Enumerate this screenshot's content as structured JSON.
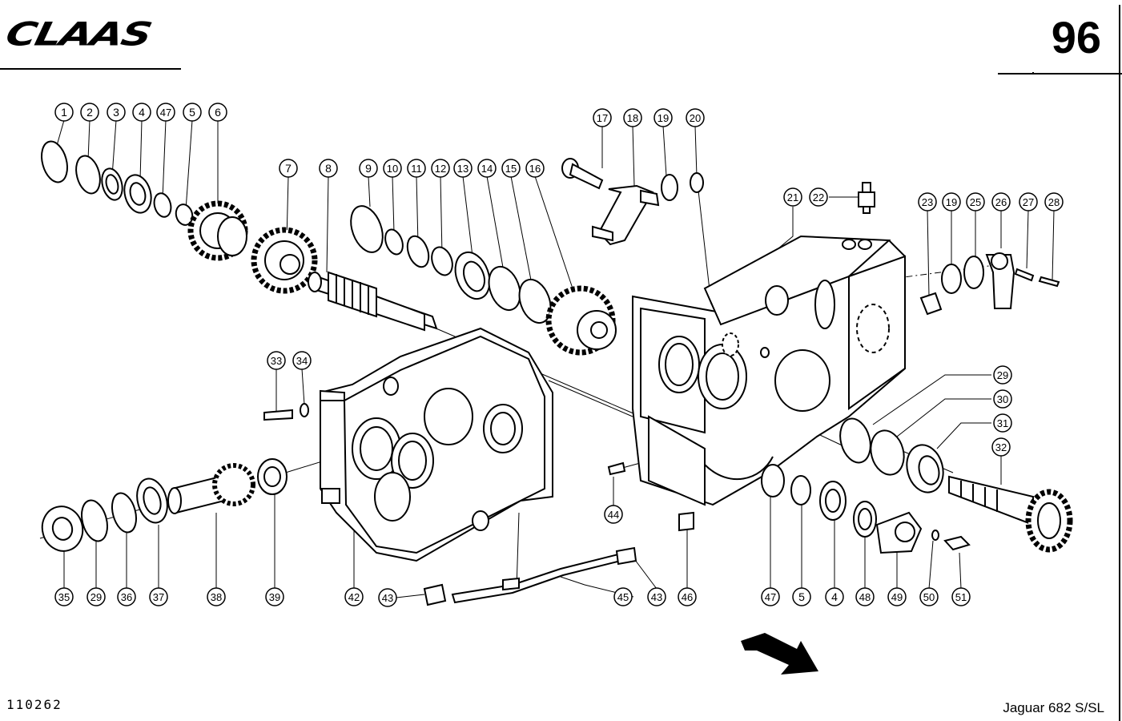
{
  "header": {
    "brand": "CLAAS",
    "page_number": "96"
  },
  "footer": {
    "document_number": "110262",
    "model": "Jaguar 682 S/SL"
  },
  "callouts": [
    "1",
    "2",
    "3",
    "4",
    "47",
    "5",
    "6",
    "7",
    "8",
    "9",
    "10",
    "11",
    "12",
    "13",
    "14",
    "15",
    "16",
    "17",
    "18",
    "19",
    "20",
    "21",
    "22",
    "23",
    "19",
    "25",
    "26",
    "27",
    "28",
    "29",
    "30",
    "31",
    "32",
    "33",
    "34",
    "35",
    "29",
    "36",
    "37",
    "38",
    "39",
    "42",
    "43",
    "45",
    "43",
    "44",
    "46",
    "47",
    "5",
    "4",
    "48",
    "49",
    "50",
    "51"
  ],
  "icons": [
    "direction-arrow-icon"
  ]
}
